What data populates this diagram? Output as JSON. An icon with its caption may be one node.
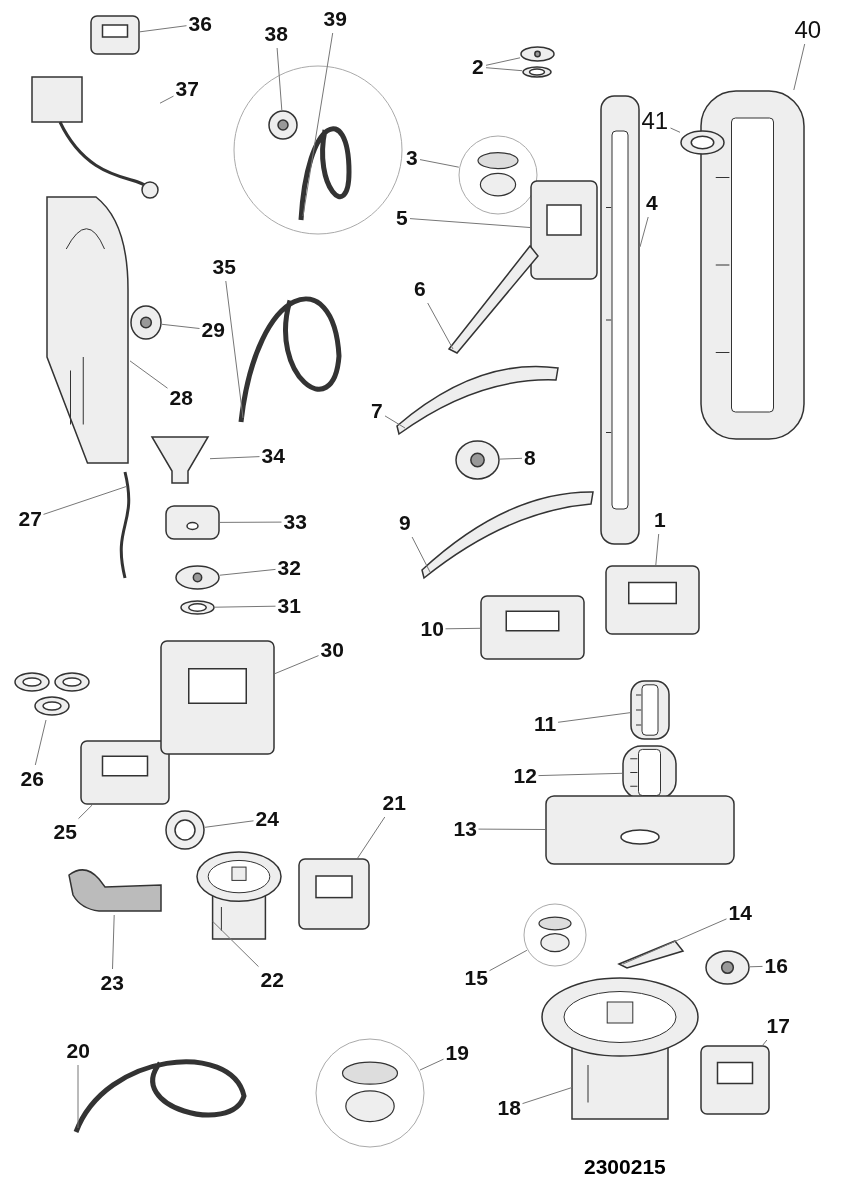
{
  "diagram": {
    "nodes": [
      {
        "text": [
          "1"
        ]
      },
      {
        "text": [
          "2"
        ]
      },
      {
        "text": [
          "3"
        ]
      },
      {
        "text": [
          "4"
        ]
      },
      {
        "text": [
          "5"
        ]
      },
      {
        "text": [
          "6"
        ]
      },
      {
        "text": [
          "7"
        ]
      },
      {
        "text": [
          "8"
        ]
      },
      {
        "text": [
          "9"
        ]
      },
      {
        "text": [
          "10"
        ]
      },
      {
        "text": [
          "11"
        ]
      },
      {
        "text": [
          "12"
        ]
      },
      {
        "text": [
          "13"
        ]
      },
      {
        "text": [
          "14"
        ]
      },
      {
        "text": [
          "15"
        ]
      },
      {
        "text": [
          "16"
        ]
      },
      {
        "text": [
          "17"
        ]
      },
      {
        "text": [
          "18"
        ]
      },
      {
        "text": [
          "19"
        ]
      },
      {
        "text": [
          "20"
        ]
      },
      {
        "text": [
          "21"
        ]
      },
      {
        "text": [
          "22"
        ]
      },
      {
        "text": [
          "23"
        ]
      },
      {
        "text": [
          "24"
        ]
      },
      {
        "text": [
          "25"
        ]
      },
      {
        "text": [
          "26"
        ]
      },
      {
        "text": [
          "27"
        ]
      },
      {
        "text": [
          "28"
        ]
      },
      {
        "text": [
          "29"
        ]
      },
      {
        "text": [
          "30"
        ]
      },
      {
        "text": [
          "31"
        ]
      },
      {
        "text": [
          "32"
        ]
      },
      {
        "text": [
          "33"
        ]
      },
      {
        "text": [
          "34"
        ]
      },
      {
        "text": [
          "35"
        ]
      },
      {
        "text": [
          "36"
        ]
      },
      {
        "text": [
          "37"
        ]
      },
      {
        "text": [
          "38"
        ]
      },
      {
        "text": [
          "39"
        ]
      },
      {
        "text": [
          "40"
        ]
      },
      {
        "text": [
          "41"
        ]
      },
      {
        "text": [],
        "shape": "picture"
      },
      {
        "text": [],
        "shape": "picture"
      },
      {
        "text": [],
        "shape": "picture"
      },
      {
        "text": [],
        "shape": "circle"
      },
      {
        "text": [],
        "shape": "picture"
      },
      {
        "text": [],
        "shape": "picture"
      },
      {
        "text": [],
        "shape": "picture"
      },
      {
        "text": [],
        "shape": "picture"
      },
      {
        "text": [],
        "shape": "picture"
      },
      {
        "text": [],
        "shape": "picture"
      },
      {
        "text": [],
        "shape": "picture"
      },
      {
        "text": [],
        "shape": "picture"
      },
      {
        "text": [],
        "shape": "picture"
      },
      {
        "text": [],
        "shape": "picture"
      },
      {
        "text": [],
        "shape": "picture"
      },
      {
        "text": [],
        "shape": "circle"
      },
      {
        "text": [],
        "shape": "picture"
      },
      {
        "text": [],
        "shape": "picture"
      },
      {
        "text": [],
        "shape": "picture"
      },
      {
        "text": [],
        "shape": "circle"
      },
      {
        "text": [],
        "shape": "picture"
      },
      {
        "text": [],
        "shape": "picture"
      },
      {
        "text": [],
        "shape": "picture"
      },
      {
        "text": [],
        "shape": "picture"
      },
      {
        "text": [],
        "shape": "picture"
      },
      {
        "text": [],
        "shape": "picture"
      },
      {
        "text": [],
        "shape": "picture"
      },
      {
        "text": [],
        "shape": "picture"
      },
      {
        "text": [],
        "shape": "picture"
      },
      {
        "text": [],
        "shape": "picture"
      },
      {
        "text": [],
        "shape": "picture"
      },
      {
        "text": [],
        "shape": "picture"
      },
      {
        "text": [],
        "shape": "picture"
      },
      {
        "text": [],
        "shape": "picture"
      },
      {
        "text": [],
        "shape": "picture"
      },
      {
        "text": [],
        "shape": "picture"
      },
      {
        "text": [],
        "shape": "picture"
      },
      {
        "text": [],
        "shape": "picture"
      },
      {
        "text": [],
        "shape": "circle"
      },
      {
        "text": [],
        "shape": "picture",
        "in": 79
      },
      {
        "text": [],
        "shape": "picture",
        "in": 79
      },
      {
        "text": [],
        "shape": "picture"
      },
      {
        "text": [],
        "shape": "picture"
      }
    ],
    "edges": [
      {
        "from": 0,
        "to": 41,
        "arrow": "none"
      },
      {
        "from": 1,
        "to": 42,
        "arrow": "none"
      },
      {
        "from": 1,
        "to": 43,
        "arrow": "none"
      },
      {
        "from": 2,
        "to": 44,
        "arrow": "none"
      },
      {
        "from": 3,
        "to": 45,
        "arrow": "none"
      },
      {
        "from": 4,
        "to": 46,
        "arrow": "none"
      },
      {
        "from": 5,
        "to": 47,
        "arrow": "none"
      },
      {
        "from": 6,
        "to": 48,
        "arrow": "none"
      },
      {
        "from": 7,
        "to": 49,
        "arrow": "none"
      },
      {
        "from": 8,
        "to": 50,
        "arrow": "none"
      },
      {
        "from": 9,
        "to": 51,
        "arrow": "none"
      },
      {
        "from": 10,
        "to": 52,
        "arrow": "none"
      },
      {
        "from": 11,
        "to": 53,
        "arrow": "none"
      },
      {
        "from": 12,
        "to": 54,
        "arrow": "none"
      },
      {
        "from": 13,
        "to": 55,
        "arrow": "none"
      },
      {
        "from": 14,
        "to": 56,
        "arrow": "none"
      },
      {
        "from": 15,
        "to": 57,
        "arrow": "none"
      },
      {
        "from": 16,
        "to": 58,
        "arrow": "none"
      },
      {
        "from": 17,
        "to": 59,
        "arrow": "none"
      },
      {
        "from": 18,
        "to": 60,
        "arrow": "none"
      },
      {
        "from": 19,
        "to": 61,
        "arrow": "none"
      },
      {
        "from": 20,
        "to": 62,
        "arrow": "none"
      },
      {
        "from": 21,
        "to": 63,
        "arrow": "none"
      },
      {
        "from": 22,
        "to": 64,
        "arrow": "none"
      },
      {
        "from": 23,
        "to": 65,
        "arrow": "none"
      },
      {
        "from": 24,
        "to": 66,
        "arrow": "none"
      },
      {
        "from": 25,
        "to": 67,
        "arrow": "none"
      },
      {
        "from": 26,
        "to": 68,
        "arrow": "none"
      },
      {
        "from": 27,
        "to": 69,
        "arrow": "none"
      },
      {
        "from": 28,
        "to": 70,
        "arrow": "none"
      },
      {
        "from": 29,
        "to": 71,
        "arrow": "none"
      },
      {
        "from": 30,
        "to": 72,
        "arrow": "none"
      },
      {
        "from": 31,
        "to": 73,
        "arrow": "none"
      },
      {
        "from": 32,
        "to": 74,
        "arrow": "none"
      },
      {
        "from": 33,
        "to": 75,
        "arrow": "none"
      },
      {
        "from": 34,
        "to": 76,
        "arrow": "none"
      },
      {
        "from": 35,
        "to": 77,
        "arrow": "none"
      },
      {
        "from": 36,
        "to": 78,
        "arrow": "none"
      },
      {
        "from": 37,
        "to": 80,
        "arrow": "none"
      },
      {
        "from": 38,
        "to": 81,
        "arrow": "none"
      },
      {
        "from": 39,
        "to": 82,
        "arrow": "none"
      },
      {
        "from": 40,
        "to": 83,
        "arrow": "none"
      }
    ],
    "labels": [
      "2300215"
    ]
  }
}
